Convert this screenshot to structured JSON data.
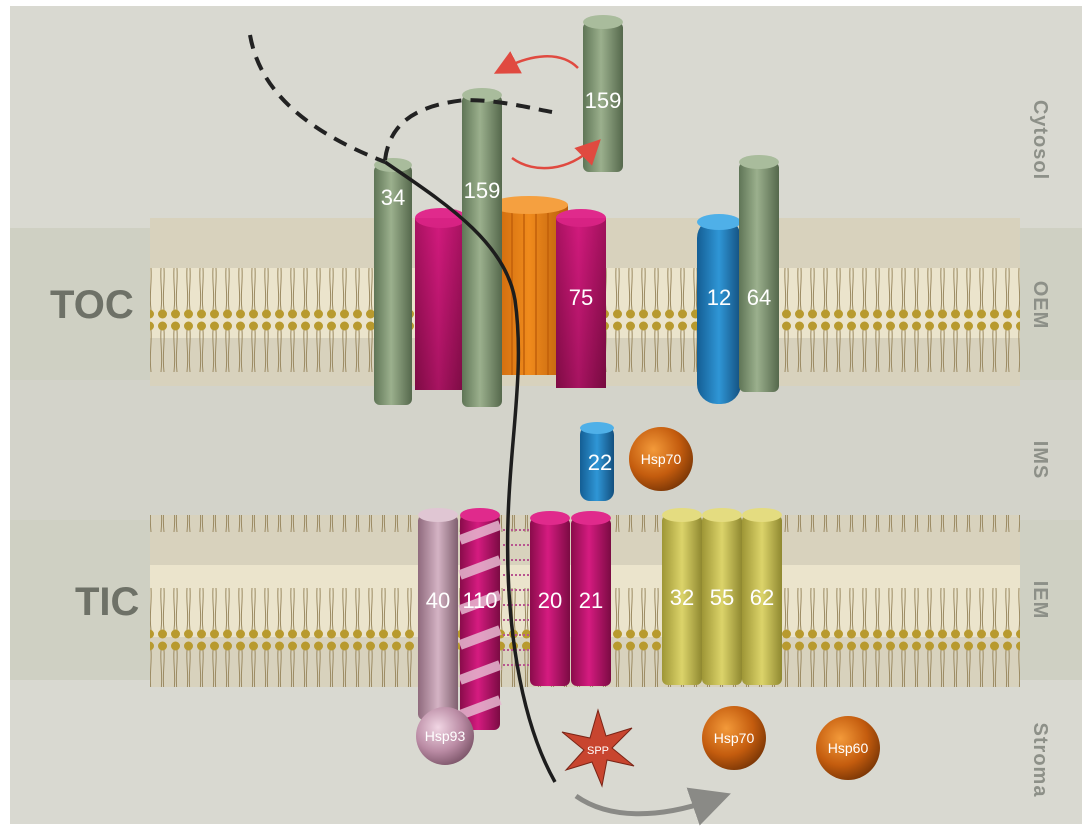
{
  "complexes": {
    "toc": "TOC",
    "tic": "TIC"
  },
  "compartments": {
    "cytosol": "Cytosol",
    "oem": "OEM",
    "ims": "IMS",
    "iem": "IEM",
    "stroma": "Stroma"
  },
  "proteins": {
    "toc159_free": "159",
    "toc34": "34",
    "toc159": "159",
    "toc75": "75",
    "oep12": "12",
    "toc64": "64",
    "tic22": "22",
    "tic40": "40",
    "tic110": "110",
    "tic20": "20",
    "tic21": "21",
    "tic32": "32",
    "tic55": "55",
    "tic62": "62"
  },
  "chaperones": {
    "ims_hsp70": "Hsp70",
    "hsp93": "Hsp93",
    "stroma_hsp70": "Hsp70",
    "hsp60": "Hsp60",
    "spp": "SPP"
  },
  "colors": {
    "background": "#d9d9d1",
    "membrane_band": "#cfd0c3",
    "lipid_head": "#b89a2e",
    "lipid_tail": "#ece6cf",
    "green_protein": "#7f9473",
    "magenta_protein": "#c01670",
    "orange_protein": "#e07a13",
    "blue_protein": "#1f7cbe",
    "yellow_protein": "#c8c154",
    "pink_protein": "#b08a9e",
    "hsp_ball": "#c45c0e",
    "arrow_red": "#e04a40",
    "arrow_grey": "#8a8a86"
  }
}
